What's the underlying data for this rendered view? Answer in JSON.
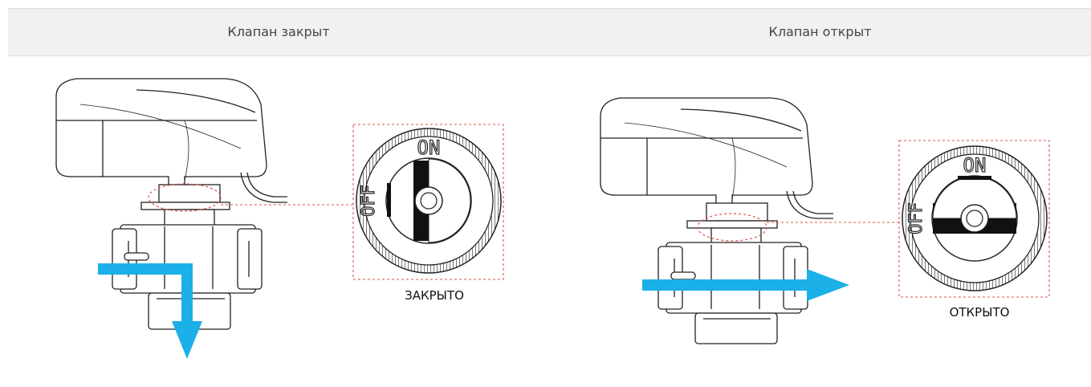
{
  "header": {
    "closed_title": "Клапан закрыт",
    "open_title": "Клапан открыт"
  },
  "closed": {
    "knob_on": "ON",
    "knob_off": "OFF",
    "status": "ЗАКРЫТО"
  },
  "open": {
    "knob_on": "ON",
    "knob_off": "OFF",
    "status": "ОТКРЫТО"
  },
  "colors": {
    "flow_arrow": "#1bb0e8",
    "callout_dash": "#d9534f",
    "header_bg": "#f1f1f1"
  }
}
